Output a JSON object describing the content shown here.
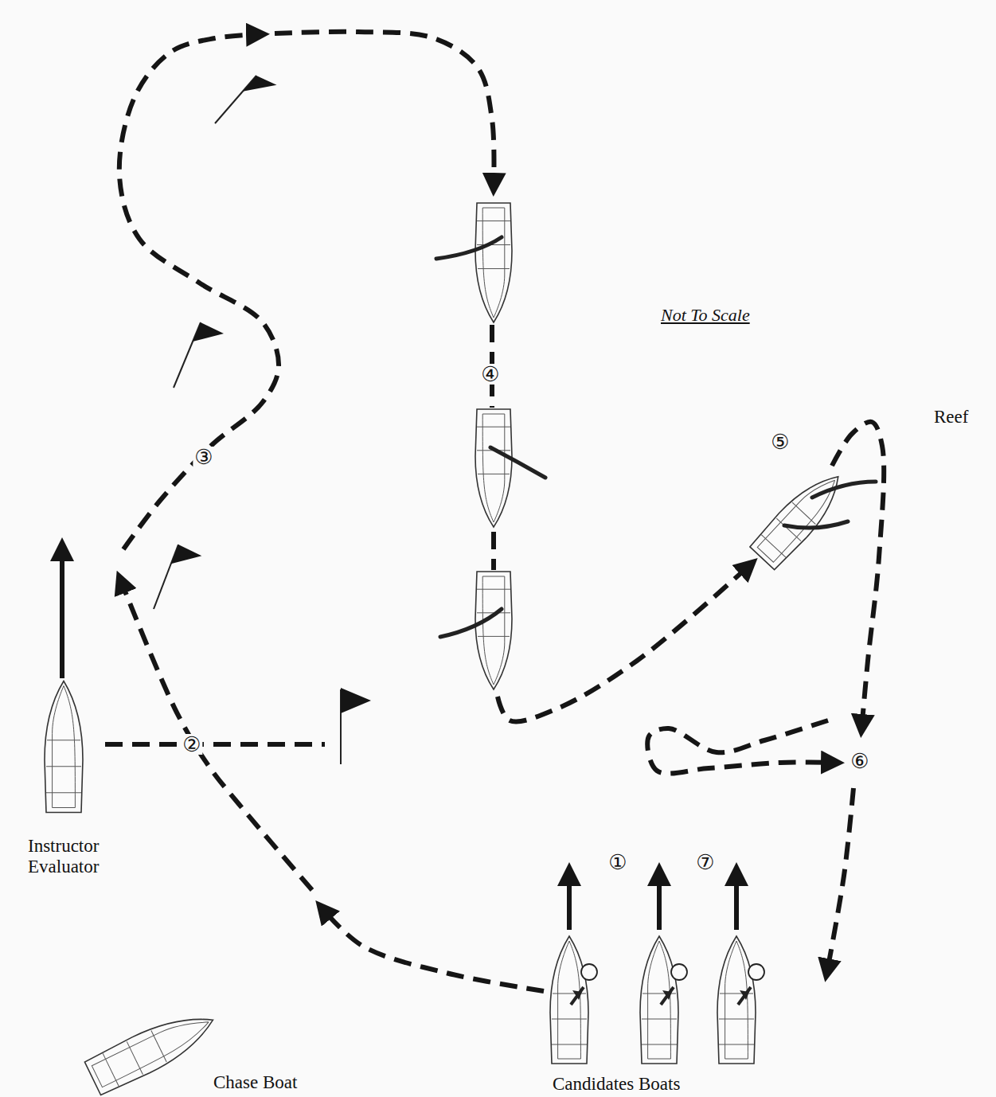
{
  "diagram": {
    "labels": [
      "Not To Scale",
      "Reef",
      "④",
      "⑤",
      "③",
      "②",
      "⑥",
      "Instructor Evaluator",
      "①",
      "⑦",
      "Chase Boat",
      "Candidates Boats"
    ]
  }
}
